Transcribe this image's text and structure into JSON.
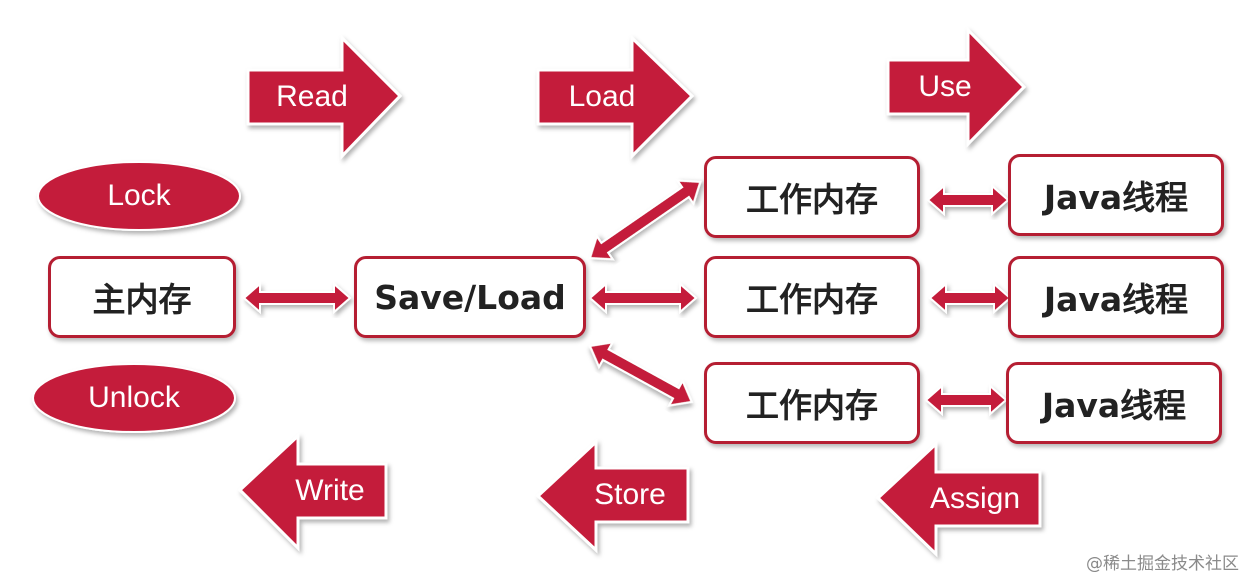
{
  "colors": {
    "accent": "#c41e3a",
    "box_border": "#b51e32"
  },
  "ovals": {
    "lock": "Lock",
    "unlock": "Unlock"
  },
  "top_arrows": {
    "read": "Read",
    "load": "Load",
    "use": "Use"
  },
  "bottom_arrows": {
    "write": "Write",
    "store": "Store",
    "assign": "Assign"
  },
  "boxes": {
    "main_memory": "主内存",
    "save_load": "Save/Load",
    "working_memory": [
      "工作内存",
      "工作内存",
      "工作内存"
    ],
    "java_thread": [
      "Java线程",
      "Java线程",
      "Java线程"
    ]
  },
  "watermark": "@稀土掘金技术社区"
}
